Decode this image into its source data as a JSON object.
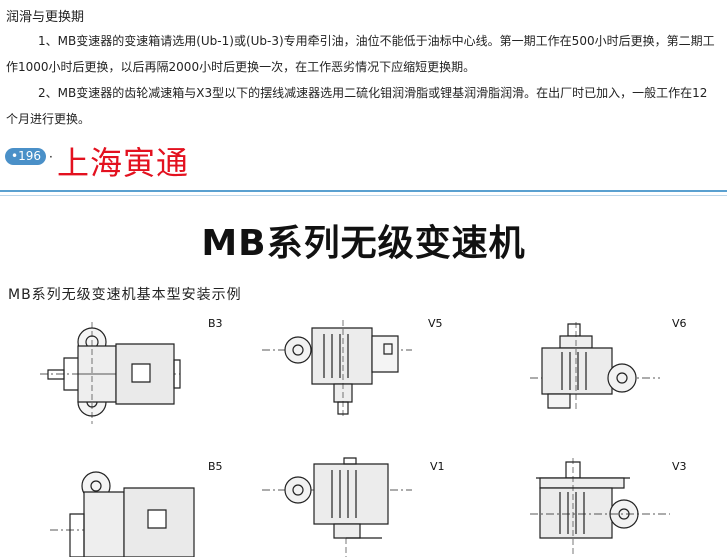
{
  "lubrication": {
    "heading": "润滑与更换期",
    "para1": "1、MB变速器的变速箱请选用(Ub-1)或(Ub-3)专用牵引油，油位不能低于油标中心线。第一期工作在500小时后更换，第二期工作1000小时后更换，以后再隔2000小时后更换一次，在工作恶劣情况下应缩短更换期。",
    "para2": "2、MB变速器的齿轮减速箱与X3型以下的摆线减速器选用二硫化钼润滑脂或锂基润滑脂润滑。在出厂时已加入，一般工作在12个月进行更换。"
  },
  "page": {
    "number": "196",
    "watermark": "上海寅通"
  },
  "series": {
    "title": "MB系列无级变速机",
    "subtitle": "MB系列无级变速机基本型安装示例"
  },
  "mountings": [
    {
      "code": "B3"
    },
    {
      "code": "V5"
    },
    {
      "code": "V6"
    },
    {
      "code": "B5"
    },
    {
      "code": "V1"
    },
    {
      "code": "V3"
    }
  ]
}
